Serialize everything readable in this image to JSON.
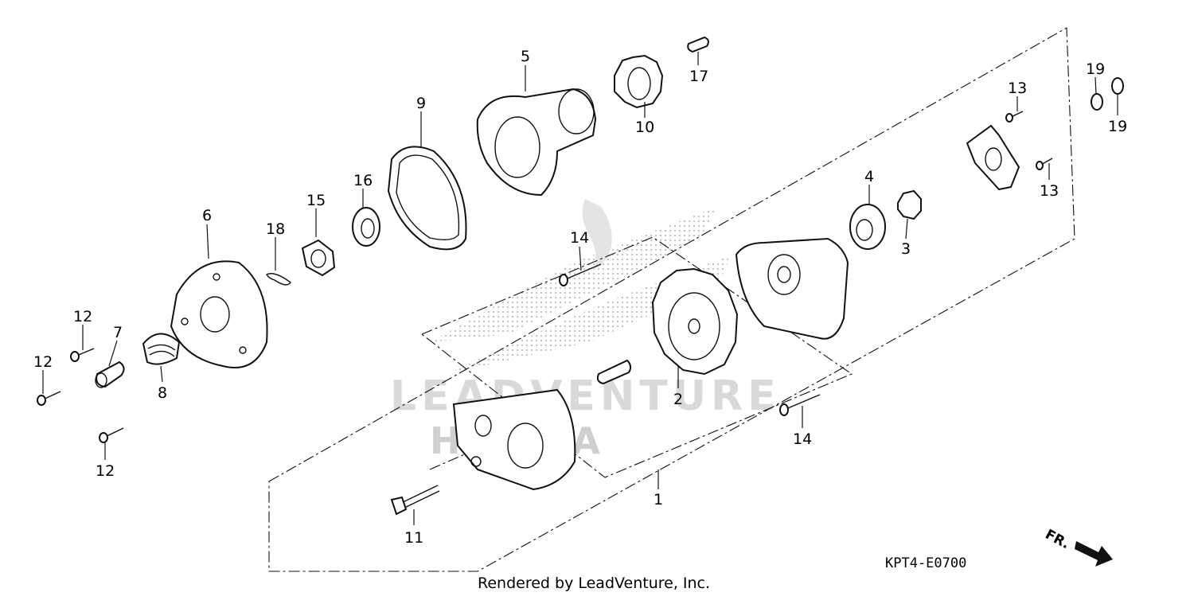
{
  "diagram": {
    "callouts": [
      "1",
      "2",
      "3",
      "4",
      "5",
      "6",
      "7",
      "8",
      "9",
      "10",
      "11",
      "12",
      "12",
      "12",
      "13",
      "13",
      "14",
      "14",
      "15",
      "16",
      "17",
      "18",
      "19",
      "19"
    ],
    "direction_label": "FR.",
    "diagram_code": "KPT4-E0700",
    "credit": "Rendered by LeadVenture, Inc.",
    "watermark_text": "LEADVENTURE",
    "watermark_logo_text": "HONDA"
  },
  "colors": {
    "ink": "#111111",
    "watermark": "#d9d9d9",
    "background": "#ffffff"
  }
}
